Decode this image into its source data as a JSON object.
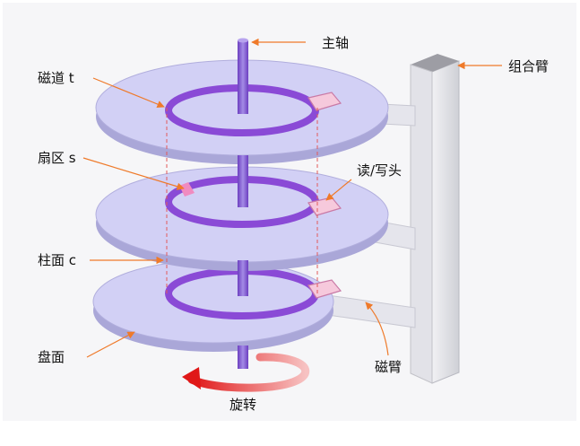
{
  "labels": {
    "spindle": "主轴",
    "combo_arm": "组合臂",
    "track": "磁道 t",
    "sector": "扇区 s",
    "rw_head": "读/写头",
    "cylinder": "柱面 c",
    "platter_surface": "盘面",
    "disk_arm": "磁臂",
    "rotation": "旋转"
  },
  "colors": {
    "background_panel": "#f6f6f8",
    "platter": "#cfcdf4",
    "platter_edge": "#a9a6d9",
    "track_ring": "#8a4ad6",
    "spindle": "#8458cf",
    "sector_highlight": "#f08bc0",
    "head_fill": "#f6c9dc",
    "head_border": "#c97aa6",
    "arm": "#e5e5ec",
    "pointer_arrow": "#ef7a2a",
    "cylinder_dash": "#e15a5a",
    "rotation_arrow": "#e23a3a"
  }
}
